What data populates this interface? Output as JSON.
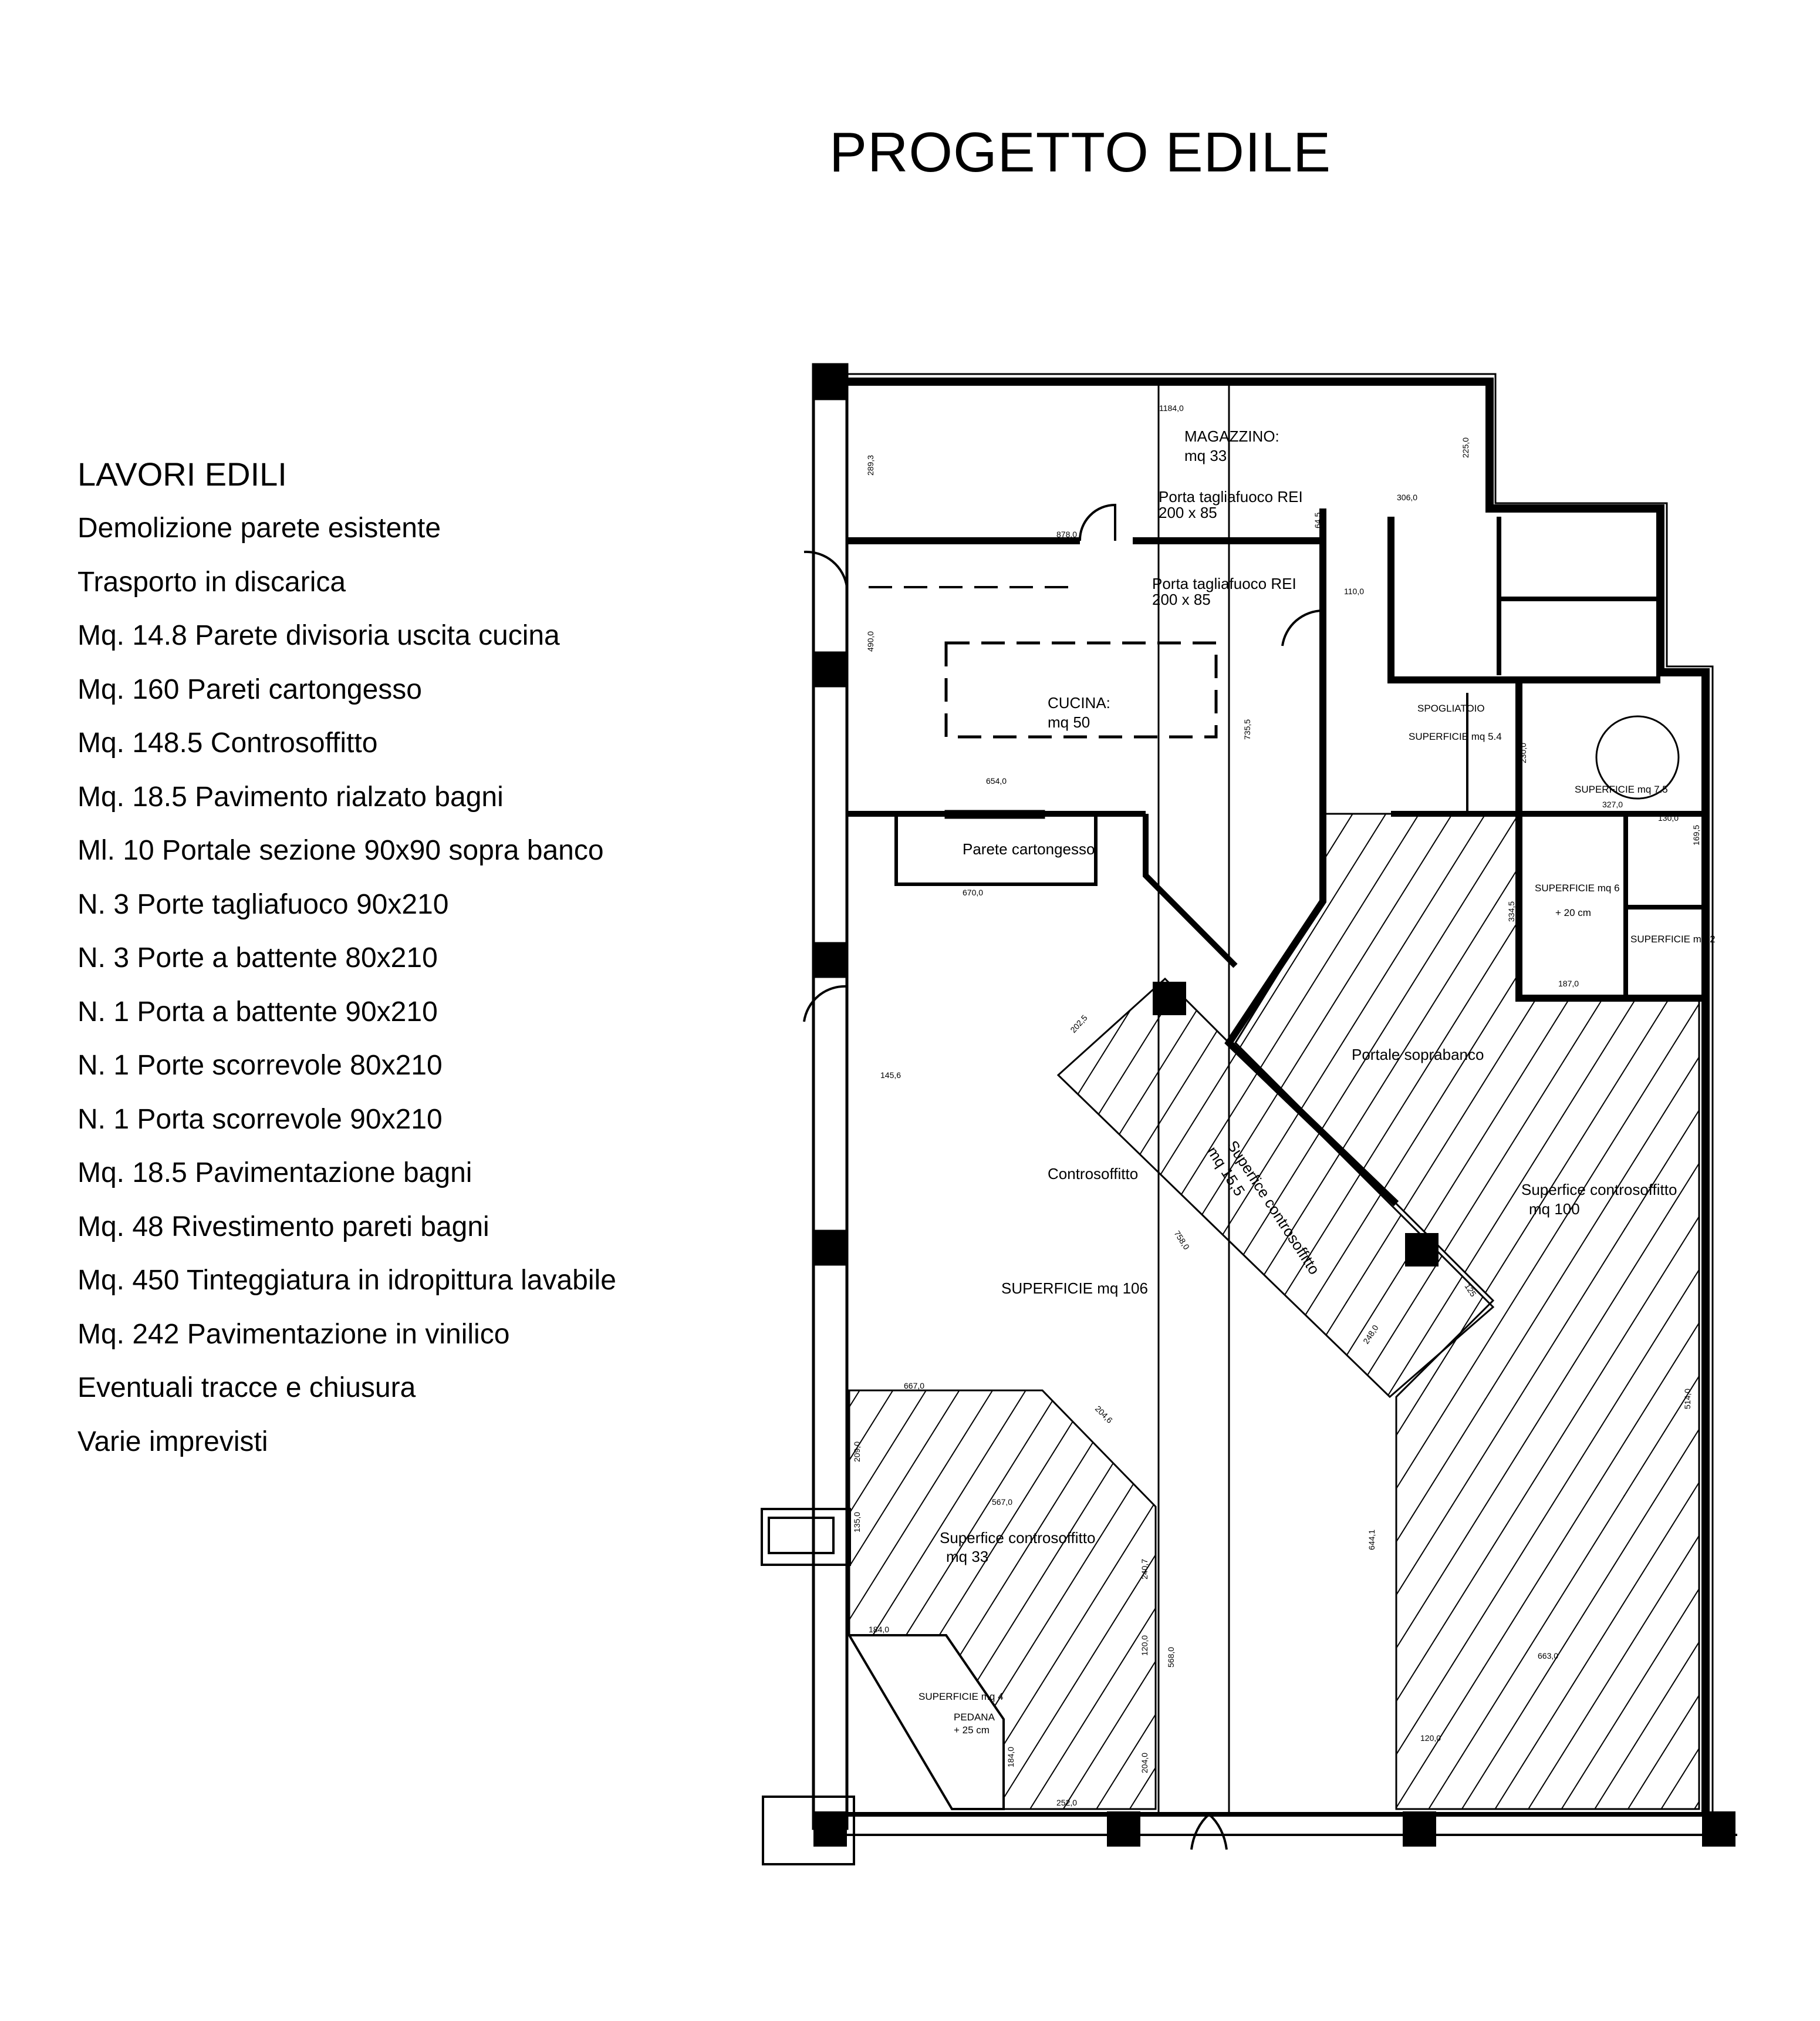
{
  "title": "PROGETTO EDILE",
  "works": {
    "heading": "LAVORI EDILI",
    "items": [
      "Demolizione parete esistente",
      "Trasporto in discarica",
      "Mq. 14.8  Parete divisoria uscita cucina",
      "Mq. 160 Pareti cartongesso",
      "Mq. 148.5  Controsoffitto",
      "Mq. 18.5 Pavimento rialzato bagni",
      "Ml. 10 Portale sezione 90x90 sopra banco",
      "N. 3 Porte tagliafuoco 90x210",
      "N. 3 Porte a battente 80x210",
      "N. 1 Porta a battente 90x210",
      "N. 1 Porte scorrevole 80x210",
      "N. 1 Porta scorrevole 90x210",
      "Mq. 18.5 Pavimentazione bagni",
      "Mq. 48 Rivestimento pareti bagni",
      "Mq. 450 Tinteggiatura in idropittura lavabile",
      "Mq. 242 Pavimentazione in vinilico",
      "Eventuali tracce e chiusura",
      "Varie imprevisti"
    ]
  },
  "plan": {
    "magazzino": [
      "MAGAZZINO:",
      "mq 33"
    ],
    "porta1": [
      "Porta tagliafuoco REI",
      "200 x 85"
    ],
    "porta2": [
      "Porta tagliafuoco REI",
      "200 x 85"
    ],
    "cucina": [
      "CUCINA:",
      "mq 50"
    ],
    "spogliatoio": [
      "SPOGLIATOIO",
      "SUPERFICIE mq  5.4"
    ],
    "bagno_disabili": "SUPERFICIE mq 7.5",
    "parete": "Parete cartongesso",
    "bagno6": [
      "SUPERFICIE mq 6",
      "+ 20 cm"
    ],
    "bagno2": "SUPERFICIE mq 2",
    "portale": "Portale soprabanco",
    "contro100": [
      "Superfice controsoffitto",
      "mq 100"
    ],
    "contro15": [
      "Superfice controsoffitto",
      "mq 15,5"
    ],
    "controsoffitto": "Controsoffitto",
    "superficie106": "SUPERFICIE mq 106",
    "contro33": [
      "Superfice controsoffitto",
      "mq 33"
    ],
    "pedana": [
      "SUPERFICIE mq 4",
      "PEDANA",
      "+ 25 cm"
    ],
    "dims": [
      "1184,0",
      "289,3",
      "225,0",
      "306,0",
      "878,0",
      "64,5",
      "110,0",
      "490,0",
      "735,5",
      "654,0",
      "670,0",
      "230,0",
      "327,0",
      "130,0",
      "169,5",
      "334,5",
      "187,0",
      "145,6",
      "202,5",
      "758,0",
      "125",
      "248,0",
      "667,0",
      "204,6",
      "209,0",
      "567,0",
      "240,7",
      "135,0",
      "184,0",
      "120,0",
      "568,0",
      "184,0",
      "204,0",
      "252,0",
      "644,1",
      "663,0",
      "514,0",
      "120,0"
    ]
  }
}
